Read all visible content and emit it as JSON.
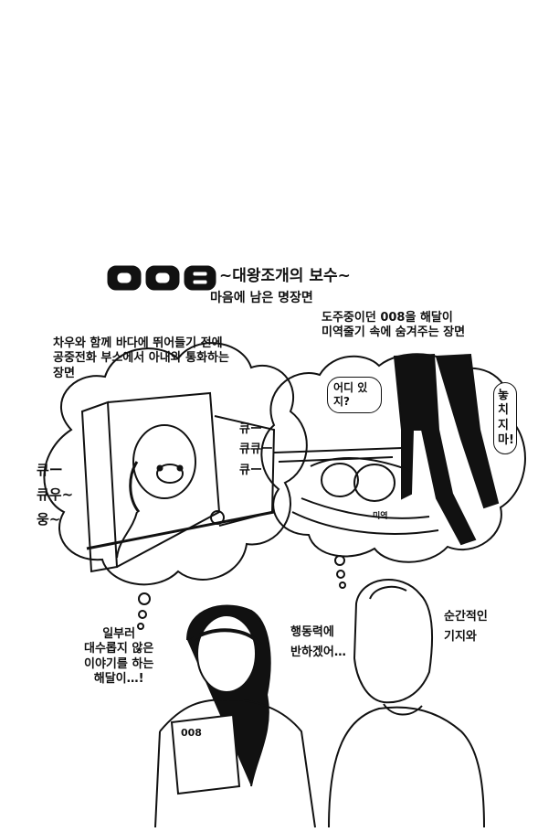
{
  "header": {
    "logo_text": "008",
    "title": "~대왕조개의 보수~",
    "subtitle": "마음에 남은 명장면"
  },
  "left_caption": {
    "lines": [
      "차우와 함께 바다에 뛰어들기 전에",
      "공중전화 부스에서 아내와 통화하는",
      "장면"
    ]
  },
  "right_caption": {
    "lines": [
      "도주중이던 008을 해달이",
      "미역줄기 속에 숨겨주는 장면"
    ]
  },
  "left_bubble": {
    "sounds_left": [
      "큐ー",
      "큐우~",
      "웅~"
    ],
    "sounds_right": [
      "큐ー",
      "큐큐ー",
      "큐ー"
    ]
  },
  "right_bubble": {
    "speech_where": "어디 있지?",
    "speech_dont_miss": "놓치지 마!",
    "seaweed_label": "미역"
  },
  "bottom": {
    "left_speech": [
      "일부러",
      "대수롭지 않은",
      "이야기를 하는",
      "해달이…!"
    ],
    "middle_speech": [
      "행동력에",
      "반하겠어…"
    ],
    "right_speech": [
      "순간적인",
      "기지와"
    ],
    "paper_label": "008"
  },
  "colors": {
    "ink": "#111111",
    "paper": "#ffffff"
  }
}
